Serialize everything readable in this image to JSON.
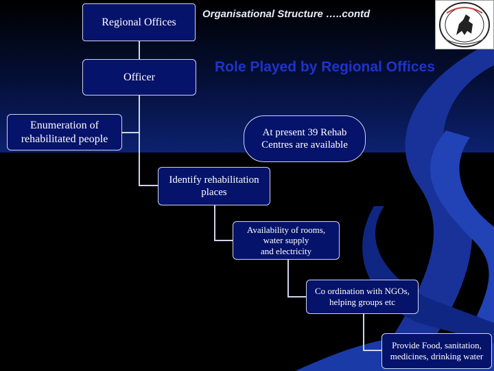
{
  "header": {
    "subtitle": "Organisational Structure …..contd",
    "title": "Role Played by Regional Offices"
  },
  "diagram": {
    "regional_offices": "Regional Offices",
    "officer": "Officer",
    "enumeration": [
      "Enumeration of",
      "rehabilitated people"
    ],
    "rehab_centres": [
      "At present 39 Rehab",
      "Centres are available"
    ],
    "identify_places": [
      "Identify rehabilitation",
      "places"
    ],
    "availability": [
      "Availability of rooms,",
      "water supply",
      "and electricity"
    ],
    "coordination": [
      "Co ordination with NGOs,",
      "helping groups etc"
    ],
    "provide": [
      "Provide Food, sanitation,",
      "medicines, drinking water"
    ]
  },
  "logo": {
    "icon": "emblem-seal-icon"
  },
  "colors": {
    "box_fill": "#06136b",
    "title": "#1e34c8",
    "swoosh": "#1a3aa8",
    "background_top": "#0c2170",
    "background_bottom": "#000000"
  }
}
